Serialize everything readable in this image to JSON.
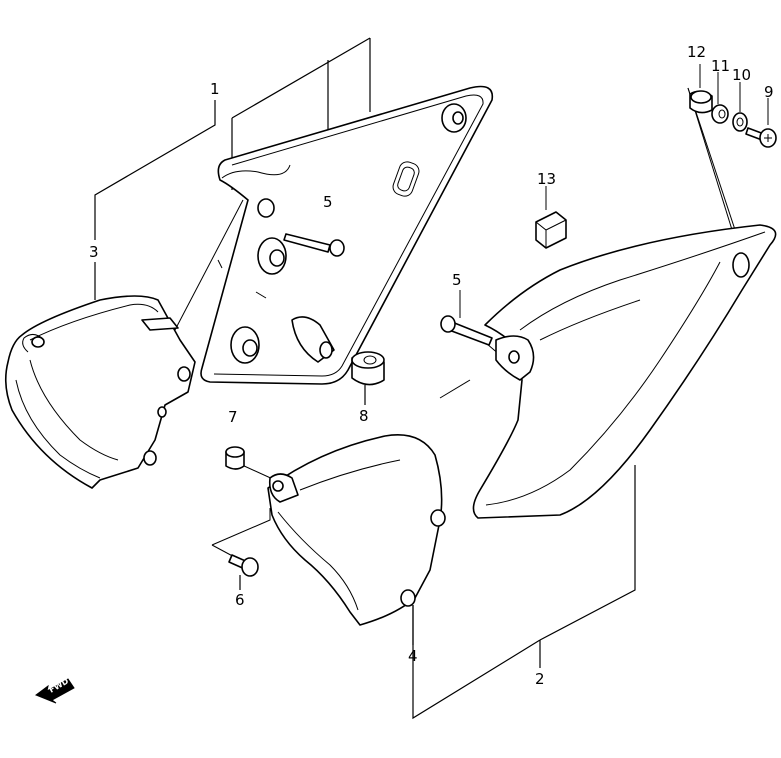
{
  "callouts": {
    "c1": "1",
    "c2": "2",
    "c3": "3",
    "c4": "4",
    "c5a": "5",
    "c5b": "5",
    "c6": "6",
    "c7": "7",
    "c8": "8",
    "c9": "9",
    "c10": "10",
    "c11": "11",
    "c12": "12",
    "c13": "13"
  },
  "fwd_label": "FWD"
}
